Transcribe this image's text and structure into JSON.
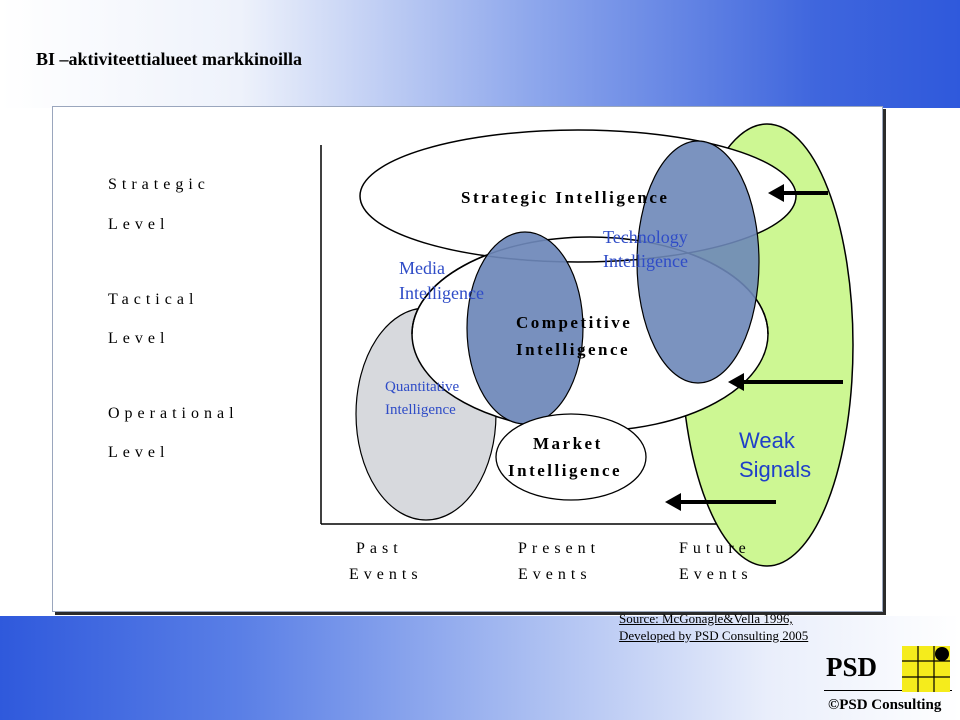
{
  "title": "BI –aktiviteettialueet markkinoilla",
  "levels": {
    "strategic_1": "Strategic",
    "strategic_2": "Level",
    "tactical_1": "Tactical",
    "tactical_2": "Level",
    "operational_1": "Operational",
    "operational_2": "Level"
  },
  "events": {
    "past_1": "Past",
    "past_2": "Events",
    "present_1": "Present",
    "present_2": "Events",
    "future_1": "Future",
    "future_2": "Events"
  },
  "areas": {
    "strategic": "Strategic Intelligence",
    "technology_1": "Technology",
    "technology_2": "Intelligence",
    "media_1": "Media",
    "media_2": "Intelligence",
    "competitive_1": "Competitive",
    "competitive_2": "Intelligence",
    "quantitative_1": "Quantitative",
    "quantitative_2": "Intelligence",
    "market_1": "Market",
    "market_2": "Intelligence",
    "weak_1": "Weak",
    "weak_2": "Signals"
  },
  "colors": {
    "weak_signals": "#cdf793",
    "technology": "#6d87b8",
    "competitive": "#6d87b8",
    "quantitative": "#d7d9dd",
    "text_blue": "#2f4cc7",
    "weak_text": "#1f3fc9"
  },
  "source": {
    "line1": "Source: McGonagle&Vella 1996,",
    "line2": "Developed by PSD Consulting 2005"
  },
  "brand": {
    "logo_text": "PSD",
    "copyright": "©PSD Consulting"
  }
}
